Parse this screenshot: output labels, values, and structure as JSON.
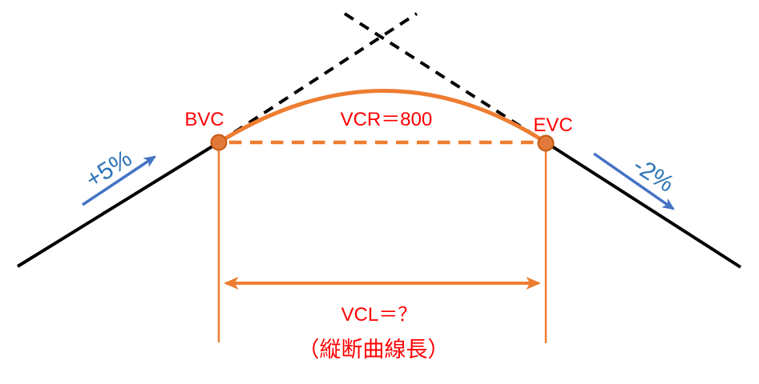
{
  "figure": {
    "description": "Vertical curve (crest) diagram for road profile design",
    "labels": {
      "bvc": "BVC",
      "evc": "EVC",
      "vcr": "VCR＝800",
      "vcl": "VCL＝？",
      "vcl_sub": "（縦断曲線長）",
      "grade_left": "+5%",
      "grade_right": "-2%"
    },
    "values": {
      "vcr": 800,
      "grade_left_percent": 5,
      "grade_right_percent": -2,
      "vcl": "?"
    },
    "colors": {
      "curve_orange": "#ED7D31",
      "dot_fill": "#E0793A",
      "dot_stroke": "#C55A11",
      "label_red": "#FF0000",
      "grade_text_blue": "#2E75B6",
      "grade_arrow_blue": "#4472C4",
      "tangent_black": "#000000"
    }
  }
}
